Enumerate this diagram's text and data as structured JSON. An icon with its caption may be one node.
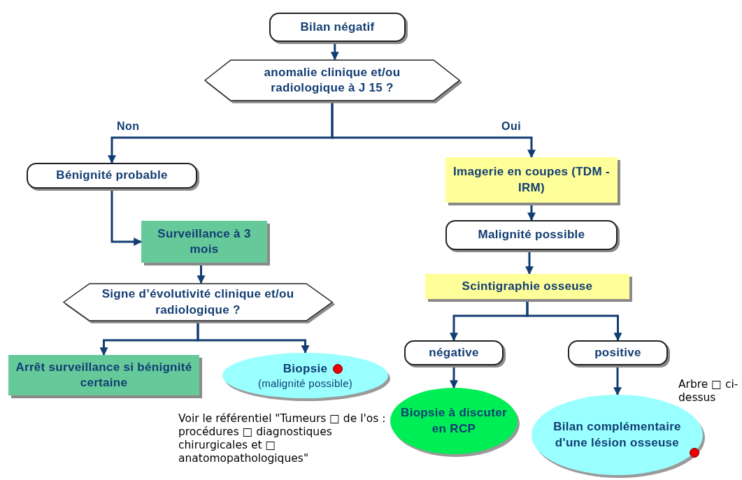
{
  "diagram": {
    "nodes": [
      {
        "text": [
          "Bilan négatif"
        ]
      },
      {
        "text": [
          "anomalie clinique et/ou radiologique à J 15 ?"
        ]
      },
      {
        "text": [
          "Bénignité probable"
        ]
      },
      {
        "text": [
          "Imagerie en coupes (TDM - IRM)"
        ]
      },
      {
        "text": [
          "Surveillance à 3 mois"
        ]
      },
      {
        "text": [
          "Malignité possible"
        ]
      },
      {
        "text": [
          "Signe d’évolutivité clinique et/ou radiologique ?"
        ]
      },
      {
        "text": [
          "Scintigraphie osseuse"
        ]
      },
      {
        "text": [
          "Arrêt surveillance si bénignité certaine"
        ]
      },
      {
        "text": [
          "Biopsie",
          "(malignité possible)"
        ]
      },
      {
        "text": [
          "négative"
        ]
      },
      {
        "text": [
          "positive"
        ]
      },
      {
        "text": [
          "Biopsie à discuter en RCP"
        ]
      },
      {
        "text": [
          "Bilan complémentaire d'une lésion osseuse"
        ]
      }
    ],
    "edges": [
      {
        "from": 0,
        "to": 1,
        "arrow": "to"
      },
      {
        "from": 1,
        "to": 2,
        "arrow": "to",
        "label": "Non"
      },
      {
        "from": 1,
        "to": 3,
        "arrow": "to",
        "label": "Oui"
      },
      {
        "from": 2,
        "to": 4,
        "arrow": "to"
      },
      {
        "from": 4,
        "to": 6,
        "arrow": "to"
      },
      {
        "from": 3,
        "to": 5,
        "arrow": "to"
      },
      {
        "from": 6,
        "to": 8,
        "arrow": "to"
      },
      {
        "from": 6,
        "to": 9,
        "arrow": "to"
      },
      {
        "from": 5,
        "to": 7,
        "arrow": "to"
      },
      {
        "from": 7,
        "to": 10,
        "arrow": "to"
      },
      {
        "from": 7,
        "to": 11,
        "arrow": "to"
      },
      {
        "from": 10,
        "to": 12,
        "arrow": "to"
      },
      {
        "from": 11,
        "to": 13,
        "arrow": "to"
      }
    ],
    "labels": [
      "Voir le référentiel \"Tumeurs □ de l'os : procédures □ diagnostiques chirurgicales et □ anatomopathologiques\"",
      "Arbre □ ci-dessus"
    ]
  }
}
